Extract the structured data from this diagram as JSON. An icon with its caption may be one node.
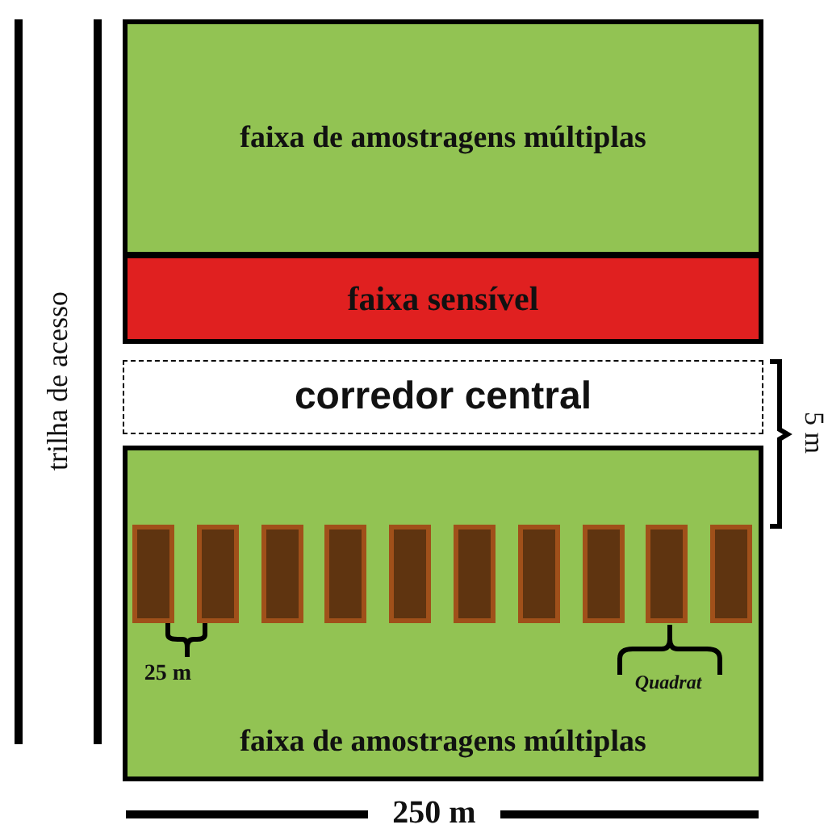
{
  "diagram": {
    "nodes": [
      {
        "text": [
          "faixa de amostragens múltiplas"
        ]
      },
      {
        "text": [
          "faixa sensível"
        ]
      },
      {
        "text": [
          "corredor central"
        ]
      },
      {
        "text": [
          "faixa de amostragens múltiplas"
        ]
      },
      {
        "text": [],
        "shape": "box",
        "in": 3
      },
      {
        "text": [],
        "shape": "box",
        "in": 3
      },
      {
        "text": [],
        "shape": "box",
        "in": 3
      },
      {
        "text": [],
        "shape": "box",
        "in": 3
      },
      {
        "text": [],
        "shape": "box",
        "in": 3
      },
      {
        "text": [],
        "shape": "box",
        "in": 3
      },
      {
        "text": [],
        "shape": "box",
        "in": 3
      },
      {
        "text": [],
        "shape": "box",
        "in": 3
      },
      {
        "text": [],
        "shape": "box",
        "in": 3
      },
      {
        "text": [],
        "shape": "box",
        "in": 3
      }
    ],
    "edges": [],
    "labels": [
      "trilha de acesso",
      "5 m",
      "25 m",
      "Quadrat",
      "250 m"
    ]
  }
}
